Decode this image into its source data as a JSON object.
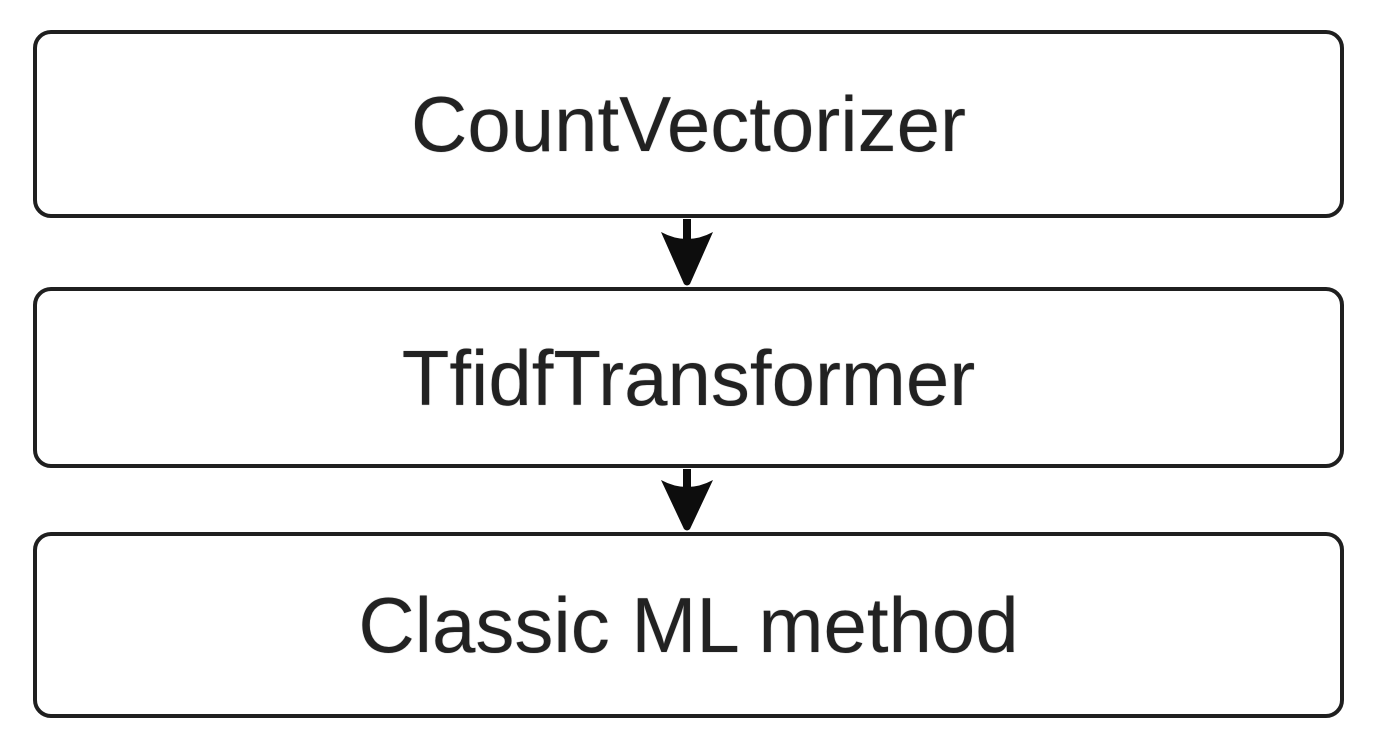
{
  "diagram": {
    "type": "flowchart",
    "direction": "top-to-bottom",
    "nodes": [
      {
        "id": "count-vectorizer",
        "label": "CountVectorizer",
        "shape": "rounded-rectangle"
      },
      {
        "id": "tfidf-transformer",
        "label": "TfidfTransformer",
        "shape": "rounded-rectangle"
      },
      {
        "id": "classic-ml-method",
        "label": "Classic ML method",
        "shape": "rounded-rectangle"
      }
    ],
    "edges": [
      {
        "from": "count-vectorizer",
        "to": "tfidf-transformer",
        "style": "arrow-down"
      },
      {
        "from": "tfidf-transformer",
        "to": "classic-ml-method",
        "style": "arrow-down"
      }
    ],
    "colors": {
      "background": "#ffffff",
      "node_fill": "#ffffff",
      "node_border": "#1f1f1f",
      "text": "#222222",
      "arrow": "#0d0d0d"
    }
  }
}
